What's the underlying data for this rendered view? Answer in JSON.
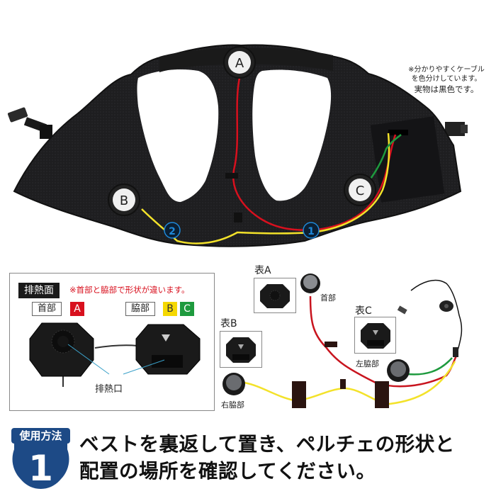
{
  "vest": {
    "peltier_labels": {
      "a": "A",
      "b": "B",
      "c": "C"
    },
    "route_markers": {
      "one": "1",
      "two": "2"
    },
    "colors": {
      "vest": "#1c1c1e",
      "vest_mesh": "#2a2a2c",
      "cable_red": "#d8101e",
      "cable_yellow": "#f3e22a",
      "cable_green": "#1e9a3e",
      "marker_blue": "#1e88d8"
    }
  },
  "cable_note": {
    "line1": "※分かりやすくケーブル",
    "line2": "を色分けしています。",
    "line3": "実物は黒色です。"
  },
  "exhaust_panel": {
    "title": "排熱面",
    "warning": "※首部と脇部で形状が違います。",
    "neck_label": "首部",
    "neck_badge": "A",
    "side_label": "脇部",
    "side_badges": [
      "B",
      "C"
    ],
    "caption": "排熱口"
  },
  "device_diagram": {
    "table_a": "表A",
    "table_b": "表B",
    "table_c": "表C",
    "neck": "首部",
    "left_side": "左脇部",
    "right_side": "右脇部"
  },
  "step": {
    "badge_title": "使用方法",
    "badge_number": "1",
    "line1": "ベストを裏返して置き、ペルチェの形状と",
    "line2": "配置の場所を確認してください。",
    "badge_color": "#1d4a86"
  }
}
